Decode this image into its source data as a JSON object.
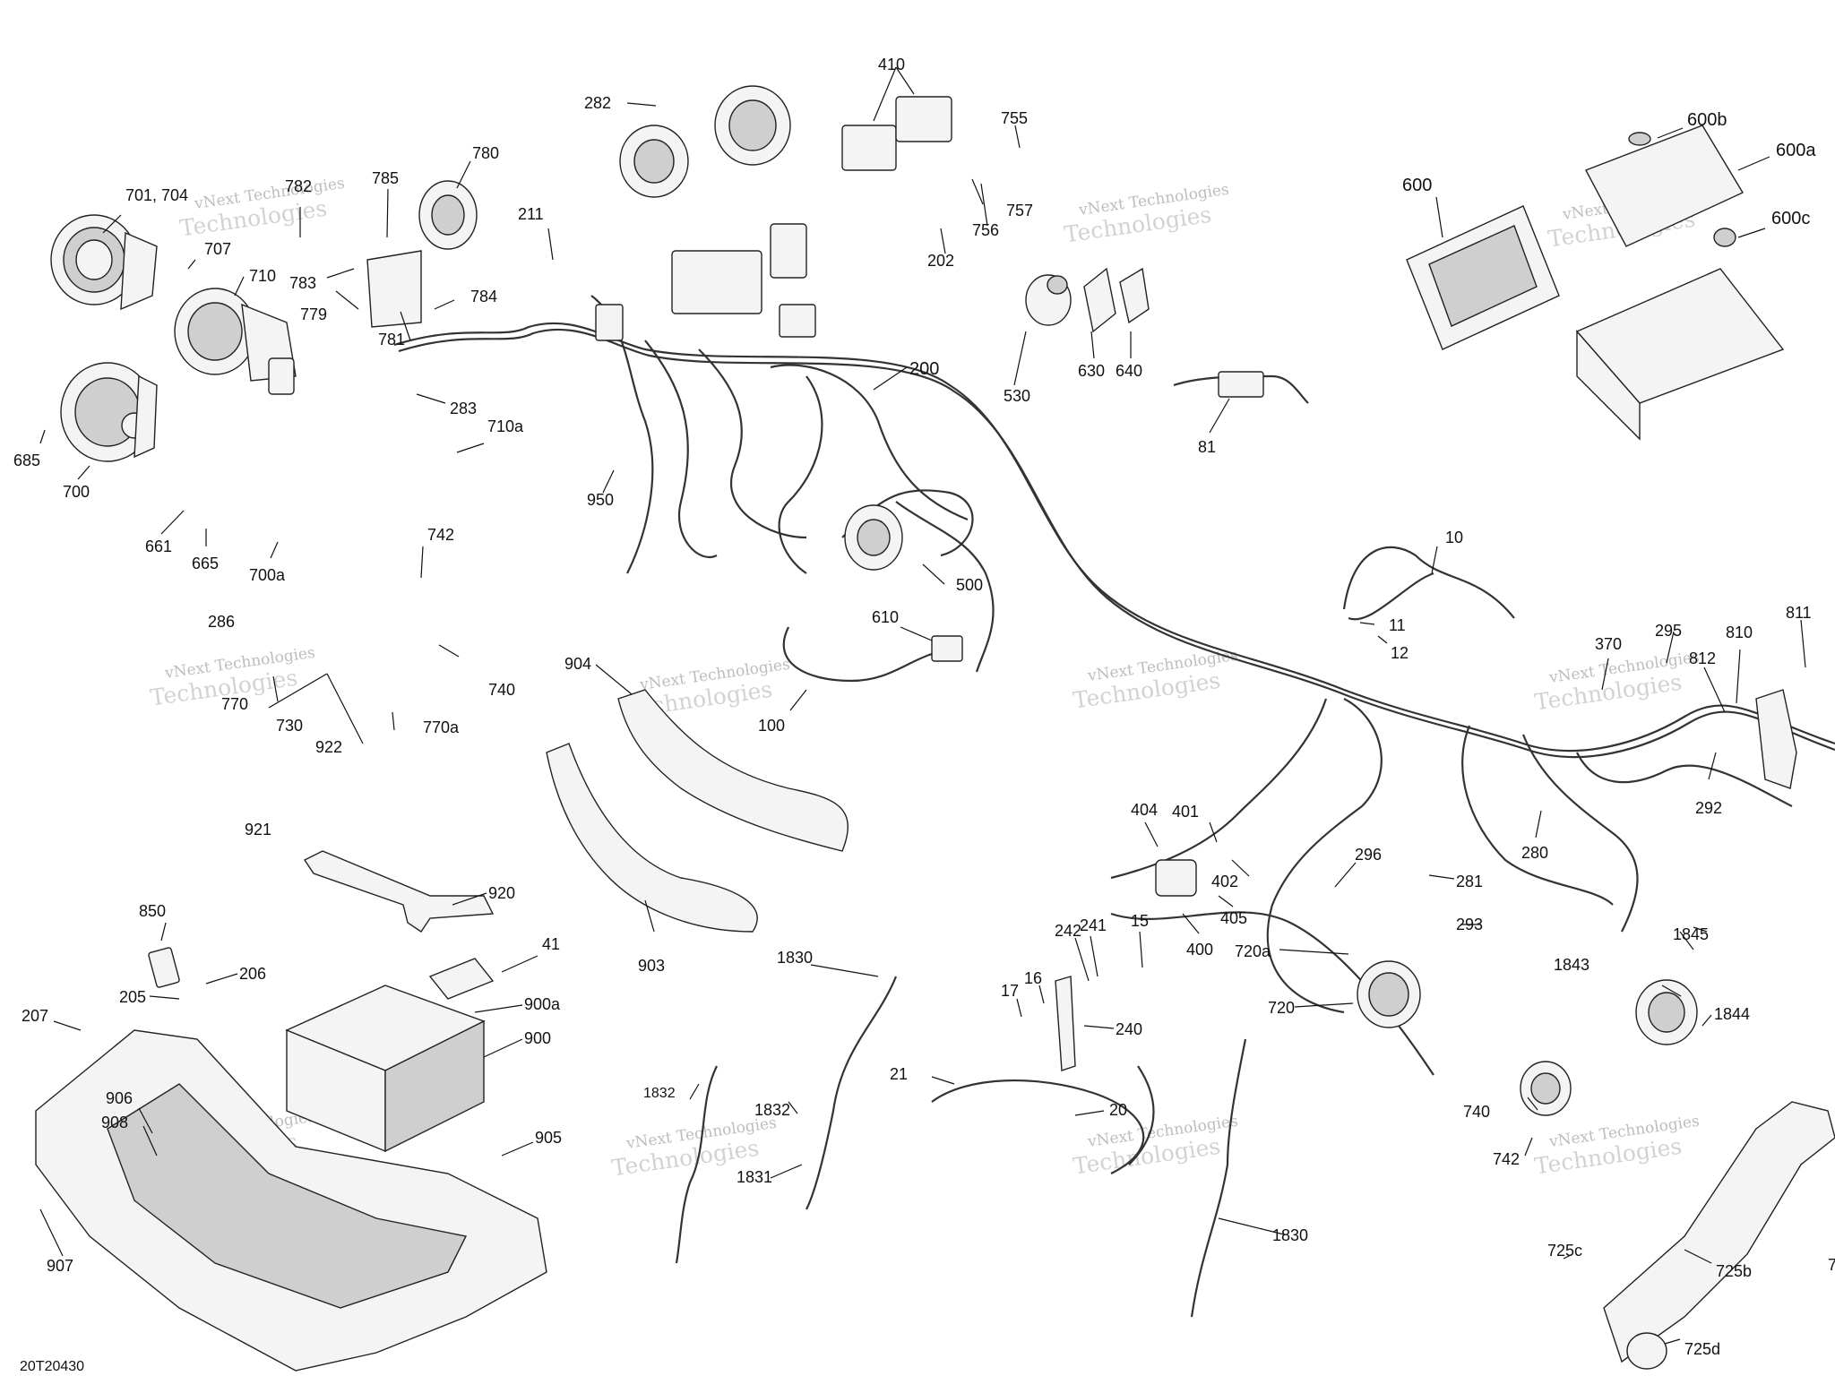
{
  "diagram": {
    "drawing_code": "20T20430",
    "watermark": {
      "line1": "vNext Technologies",
      "line2": "Technologies"
    },
    "labels": [
      "410",
      "282",
      "755",
      "600b",
      "600a",
      "600",
      "600c",
      "780",
      "785",
      "701, 704",
      "782",
      "707",
      "710",
      "783",
      "211",
      "757",
      "756",
      "202",
      "779",
      "784",
      "781",
      "283",
      "530",
      "630",
      "640",
      "81",
      "200",
      "710a",
      "685",
      "700",
      "950",
      "661",
      "665",
      "700a",
      "742",
      "286",
      "770",
      "730",
      "740",
      "770a",
      "500",
      "10",
      "11",
      "12",
      "610",
      "904",
      "100",
      "370",
      "295",
      "810",
      "811",
      "812",
      "922",
      "921",
      "292",
      "404",
      "401",
      "402",
      "405",
      "400",
      "296",
      "281",
      "280",
      "920",
      "850",
      "41",
      "206",
      "205",
      "207",
      "900a",
      "900",
      "903",
      "1830",
      "242",
      "241",
      "15",
      "16",
      "17",
      "240",
      "720a",
      "720",
      "293",
      "1843",
      "1845",
      "1844",
      "21",
      "20",
      "906",
      "908",
      "905",
      "1832",
      "1831",
      "907",
      "740",
      "742",
      "725c",
      "725b",
      "725d",
      "7"
    ]
  }
}
